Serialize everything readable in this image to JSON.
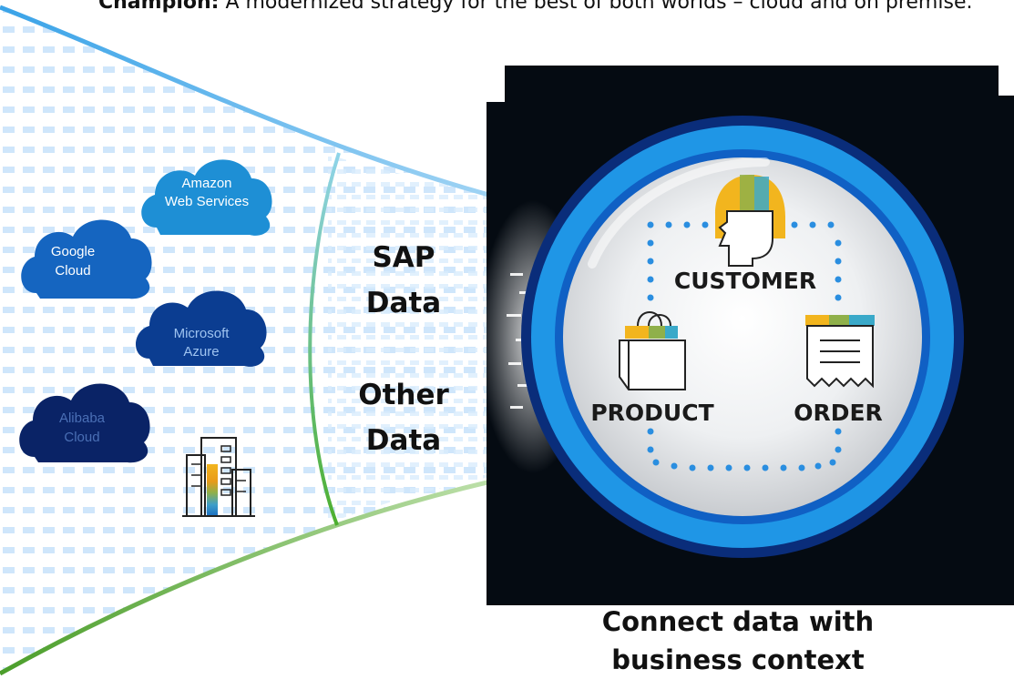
{
  "intro": {
    "bold_lead": "Champion:",
    "text": "A modernized strategy for the best of both worlds – cloud and on premise."
  },
  "clouds": [
    {
      "id": "aws",
      "lines": [
        "Amazon",
        "Web Services"
      ],
      "color": "#1e8fd5",
      "text_color": "#ffffff"
    },
    {
      "id": "google",
      "lines": [
        "Google",
        "Cloud"
      ],
      "color": "#1565c0",
      "text_color": "#ffffff"
    },
    {
      "id": "azure",
      "lines": [
        "Microsoft",
        "Azure"
      ],
      "color": "#0b3d91",
      "text_color": "#9ec3f0"
    },
    {
      "id": "alibaba",
      "lines": [
        "Alibaba",
        "Cloud"
      ],
      "color": "#0a2366",
      "text_color": "#4a6fb5"
    }
  ],
  "middle": {
    "sap_lines": [
      "SAP",
      "Data"
    ],
    "other_lines": [
      "Other",
      "Data"
    ]
  },
  "entities": {
    "customer": "CUSTOMER",
    "product": "PRODUCT",
    "order": "ORDER"
  },
  "bottom_caption_lines": [
    "Connect data with",
    "business context"
  ],
  "colors": {
    "top_curve": "#4aaee8",
    "bottom_curve": "#5aa832",
    "ring_outer": "#0a2d7a",
    "ring_inner": "#1f96e6",
    "dark_panel": "#050b12"
  },
  "icons": [
    "cloud-icon",
    "building-icon",
    "customer-head-icon",
    "shopping-bag-icon",
    "receipt-icon"
  ]
}
